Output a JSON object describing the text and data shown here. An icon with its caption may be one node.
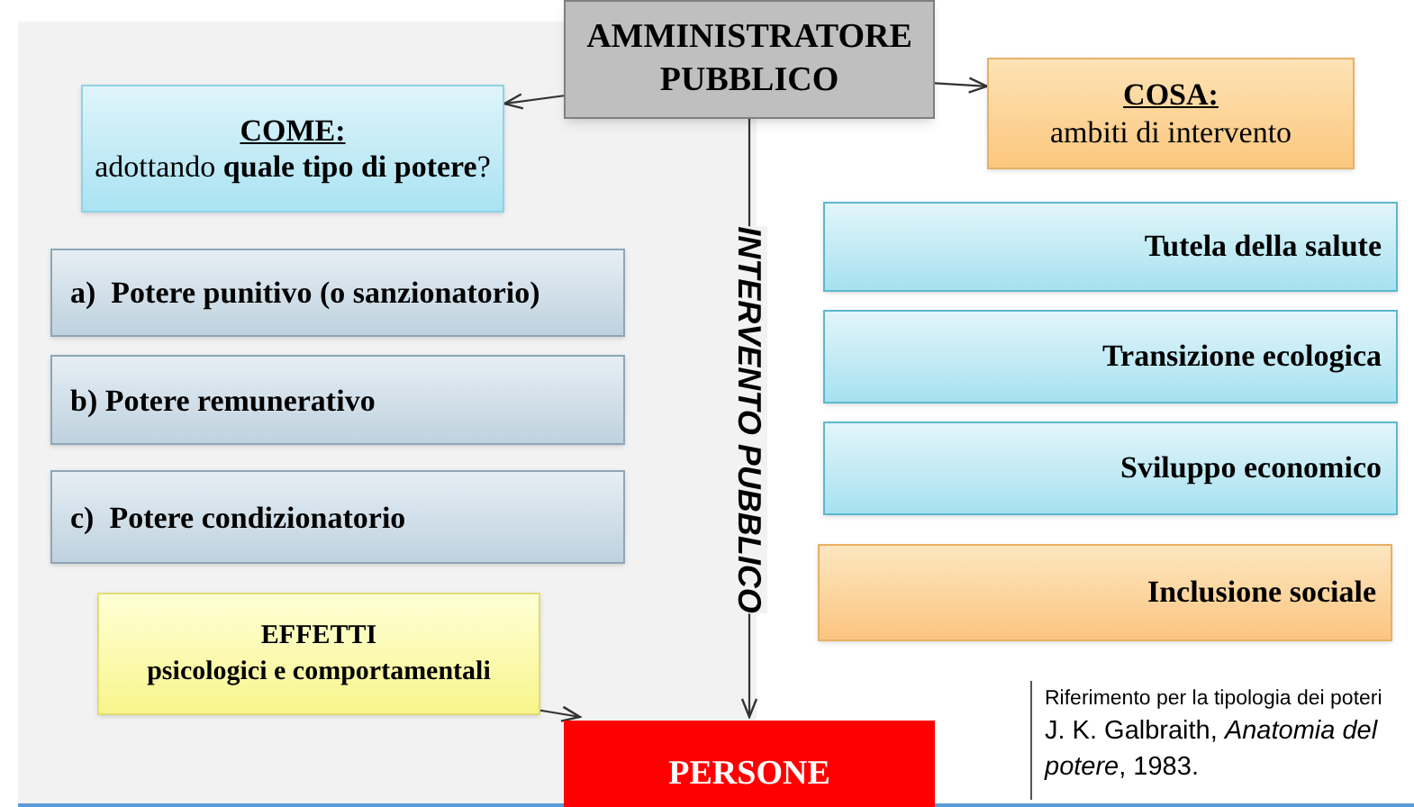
{
  "diagram": {
    "nodes": [
      {
        "text": [
          "AMMINISTRATORE PUBBLICO"
        ]
      },
      {
        "text": [
          "COME:",
          "adottando **quale tipo di potere**?"
        ]
      },
      {
        "text": [
          "COSA:",
          "ambiti di intervento"
        ]
      },
      {
        "text": [
          "a)  Potere punitivo (o sanzionatorio)"
        ]
      },
      {
        "text": [
          "b) Potere remunerativo"
        ]
      },
      {
        "text": [
          "c)  Potere condizionatorio"
        ]
      },
      {
        "text": [
          "Tutela della salute"
        ]
      },
      {
        "text": [
          "Transizione ecologica"
        ]
      },
      {
        "text": [
          "Sviluppo economico"
        ]
      },
      {
        "text": [
          "Inclusione sociale"
        ]
      },
      {
        "text": [
          "EFFETTI",
          "psicologici e comportamentali"
        ]
      },
      {
        "text": [
          "PERSONE"
        ]
      }
    ],
    "edges": [
      {
        "from": 0,
        "to": 1,
        "arrow": "to"
      },
      {
        "from": 0,
        "to": 2,
        "arrow": "to"
      },
      {
        "from": 0,
        "to": 11,
        "arrow": "to",
        "label": "INTERVENTO PUBBLICO"
      },
      {
        "from": 10,
        "to": 11,
        "arrow": "to"
      }
    ],
    "labels": [
      "Riferimento per la tipologia dei poteri",
      "J. K. Galbraith, *Anatomia del potere*, 1983."
    ]
  }
}
